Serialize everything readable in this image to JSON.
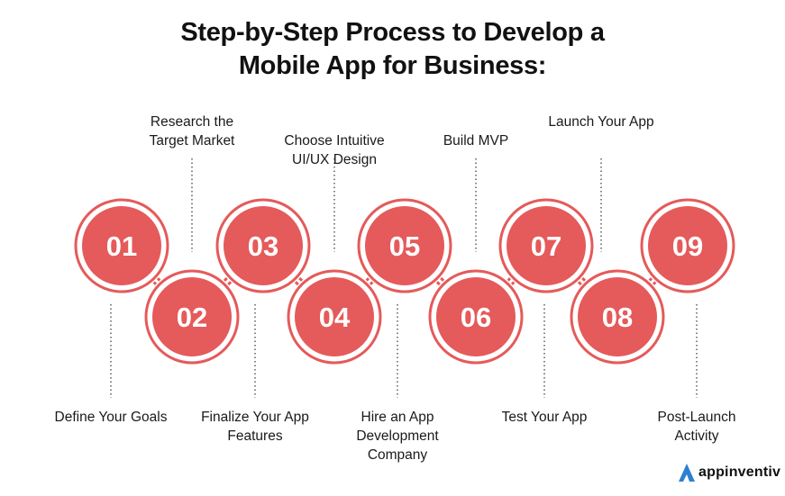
{
  "title_line1": "Step-by-Step Process to Develop a",
  "title_line2": "Mobile App for Business:",
  "colors": {
    "circle": "#e55a5a",
    "text": "#ffffff",
    "logo": "#2f7fd0"
  },
  "steps": [
    {
      "number": "01",
      "label": "Define Your Goals",
      "side": "bottom"
    },
    {
      "number": "02",
      "label": "Research the Target Market",
      "side": "top"
    },
    {
      "number": "03",
      "label": "Finalize Your App Features",
      "side": "bottom"
    },
    {
      "number": "04",
      "label": "Choose Intuitive UI/UX Design",
      "side": "top"
    },
    {
      "number": "05",
      "label": "Hire an App Development Company",
      "side": "bottom"
    },
    {
      "number": "06",
      "label": "Build MVP",
      "side": "top"
    },
    {
      "number": "07",
      "label": "Test Your App",
      "side": "bottom"
    },
    {
      "number": "08",
      "label": "Launch Your App",
      "side": "top"
    },
    {
      "number": "09",
      "label": "Post-Launch Activity",
      "side": "bottom"
    }
  ],
  "brand": "appinventiv"
}
